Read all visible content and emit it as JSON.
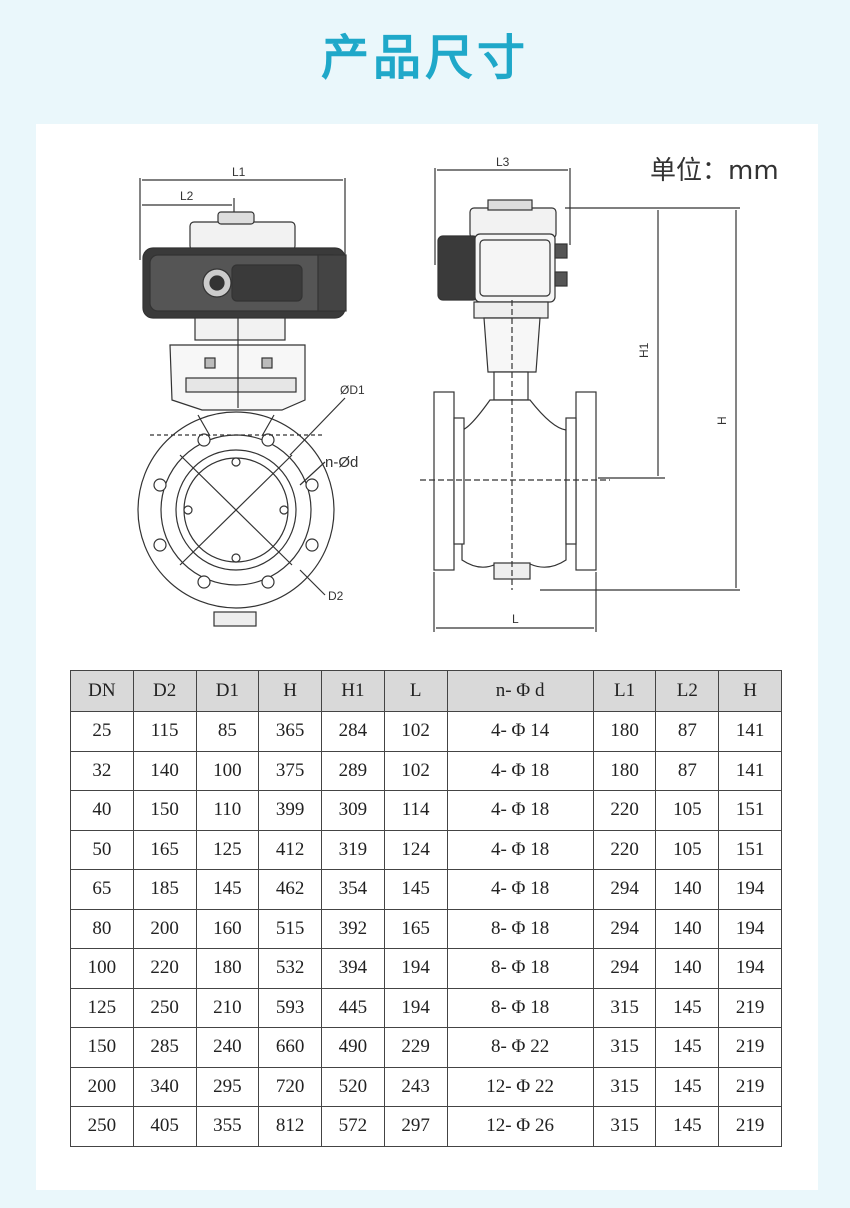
{
  "title": "产品尺寸",
  "unit_label": "单位：mm",
  "drawing_labels": {
    "l1": "L1",
    "l2": "L2",
    "l3": "L3",
    "d1": "ØD1",
    "nd": "n-Ød",
    "d2": "D2",
    "h1": "H1",
    "h": "H",
    "l": "L"
  },
  "table": {
    "headers": [
      "DN",
      "D2",
      "D1",
      "H",
      "H1",
      "L",
      "n- Φ d",
      "L1",
      "L2",
      "H"
    ],
    "rows": [
      [
        "25",
        "115",
        "85",
        "365",
        "284",
        "102",
        "4- Φ 14",
        "180",
        "87",
        "141"
      ],
      [
        "32",
        "140",
        "100",
        "375",
        "289",
        "102",
        "4- Φ 18",
        "180",
        "87",
        "141"
      ],
      [
        "40",
        "150",
        "110",
        "399",
        "309",
        "114",
        "4- Φ 18",
        "220",
        "105",
        "151"
      ],
      [
        "50",
        "165",
        "125",
        "412",
        "319",
        "124",
        "4- Φ 18",
        "220",
        "105",
        "151"
      ],
      [
        "65",
        "185",
        "145",
        "462",
        "354",
        "145",
        "4- Φ 18",
        "294",
        "140",
        "194"
      ],
      [
        "80",
        "200",
        "160",
        "515",
        "392",
        "165",
        "8- Φ 18",
        "294",
        "140",
        "194"
      ],
      [
        "100",
        "220",
        "180",
        "532",
        "394",
        "194",
        "8- Φ 18",
        "294",
        "140",
        "194"
      ],
      [
        "125",
        "250",
        "210",
        "593",
        "445",
        "194",
        "8- Φ 18",
        "315",
        "145",
        "219"
      ],
      [
        "150",
        "285",
        "240",
        "660",
        "490",
        "229",
        "8- Φ 22",
        "315",
        "145",
        "219"
      ],
      [
        "200",
        "340",
        "295",
        "720",
        "520",
        "243",
        "12- Φ 22",
        "315",
        "145",
        "219"
      ],
      [
        "250",
        "405",
        "355",
        "812",
        "572",
        "297",
        "12- Φ 26",
        "315",
        "145",
        "219"
      ]
    ]
  }
}
